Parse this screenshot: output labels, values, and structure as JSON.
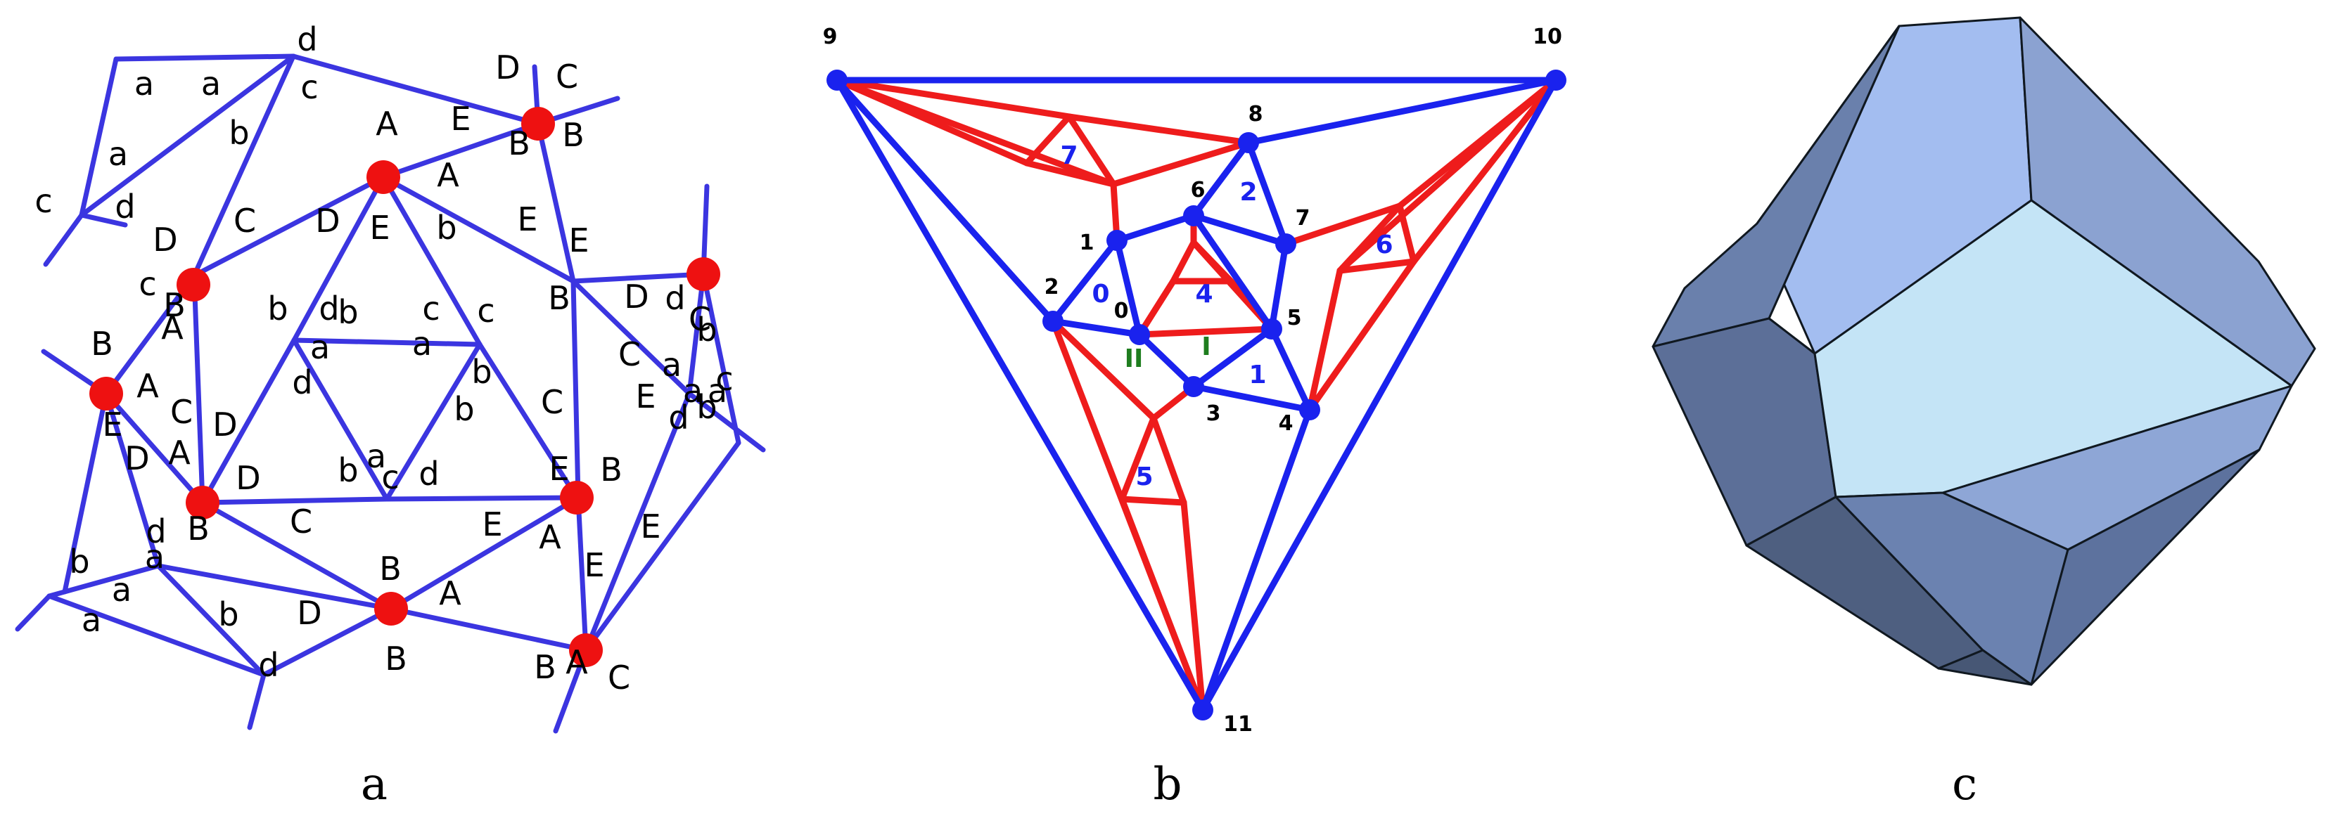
{
  "colors": {
    "blue_edge": "#3b35e0",
    "red_edge": "#ee1c1c",
    "red_vertex": "#ee1111",
    "blue_vertex": "#1a22ee",
    "face_number": "#1a22ee",
    "face_roman": "#1e7d1e",
    "polyhedron_outline": "#101820"
  },
  "captions": [
    "a",
    "b",
    "c"
  ],
  "panel_a": {
    "labels": [
      "d",
      "D",
      "C",
      "a",
      "a",
      "c",
      "b",
      "E",
      "B",
      "A",
      "B",
      "a",
      "A",
      "b",
      "c",
      "d",
      "C",
      "D",
      "E",
      "E",
      "D",
      "E",
      "B",
      "c",
      "b",
      "d",
      "c",
      "c",
      "b",
      "D",
      "d",
      "B",
      "A",
      "a",
      "a",
      "b",
      "C",
      "B",
      "A",
      "d",
      "b",
      "a",
      "C",
      "c",
      "E",
      "b",
      "d",
      "a",
      "a",
      "b",
      "a",
      "b",
      "c",
      "C",
      "D",
      "E",
      "A",
      "E",
      "D",
      "D",
      "B",
      "B",
      "C",
      "d",
      "d",
      "C",
      "B",
      "E",
      "A",
      "a",
      "a",
      "b",
      "D",
      "b",
      "a",
      "d",
      "B",
      "A",
      "A",
      "E",
      "E",
      "B",
      "C"
    ]
  },
  "panel_b": {
    "node_labels": [
      "9",
      "10",
      "8",
      "6",
      "7",
      "1",
      "0",
      "5",
      "2",
      "3",
      "4",
      "11"
    ],
    "face_numbers": [
      "7",
      "2",
      "6",
      "0",
      "4",
      "1",
      "5"
    ],
    "face_romans": [
      "II",
      "I"
    ]
  }
}
